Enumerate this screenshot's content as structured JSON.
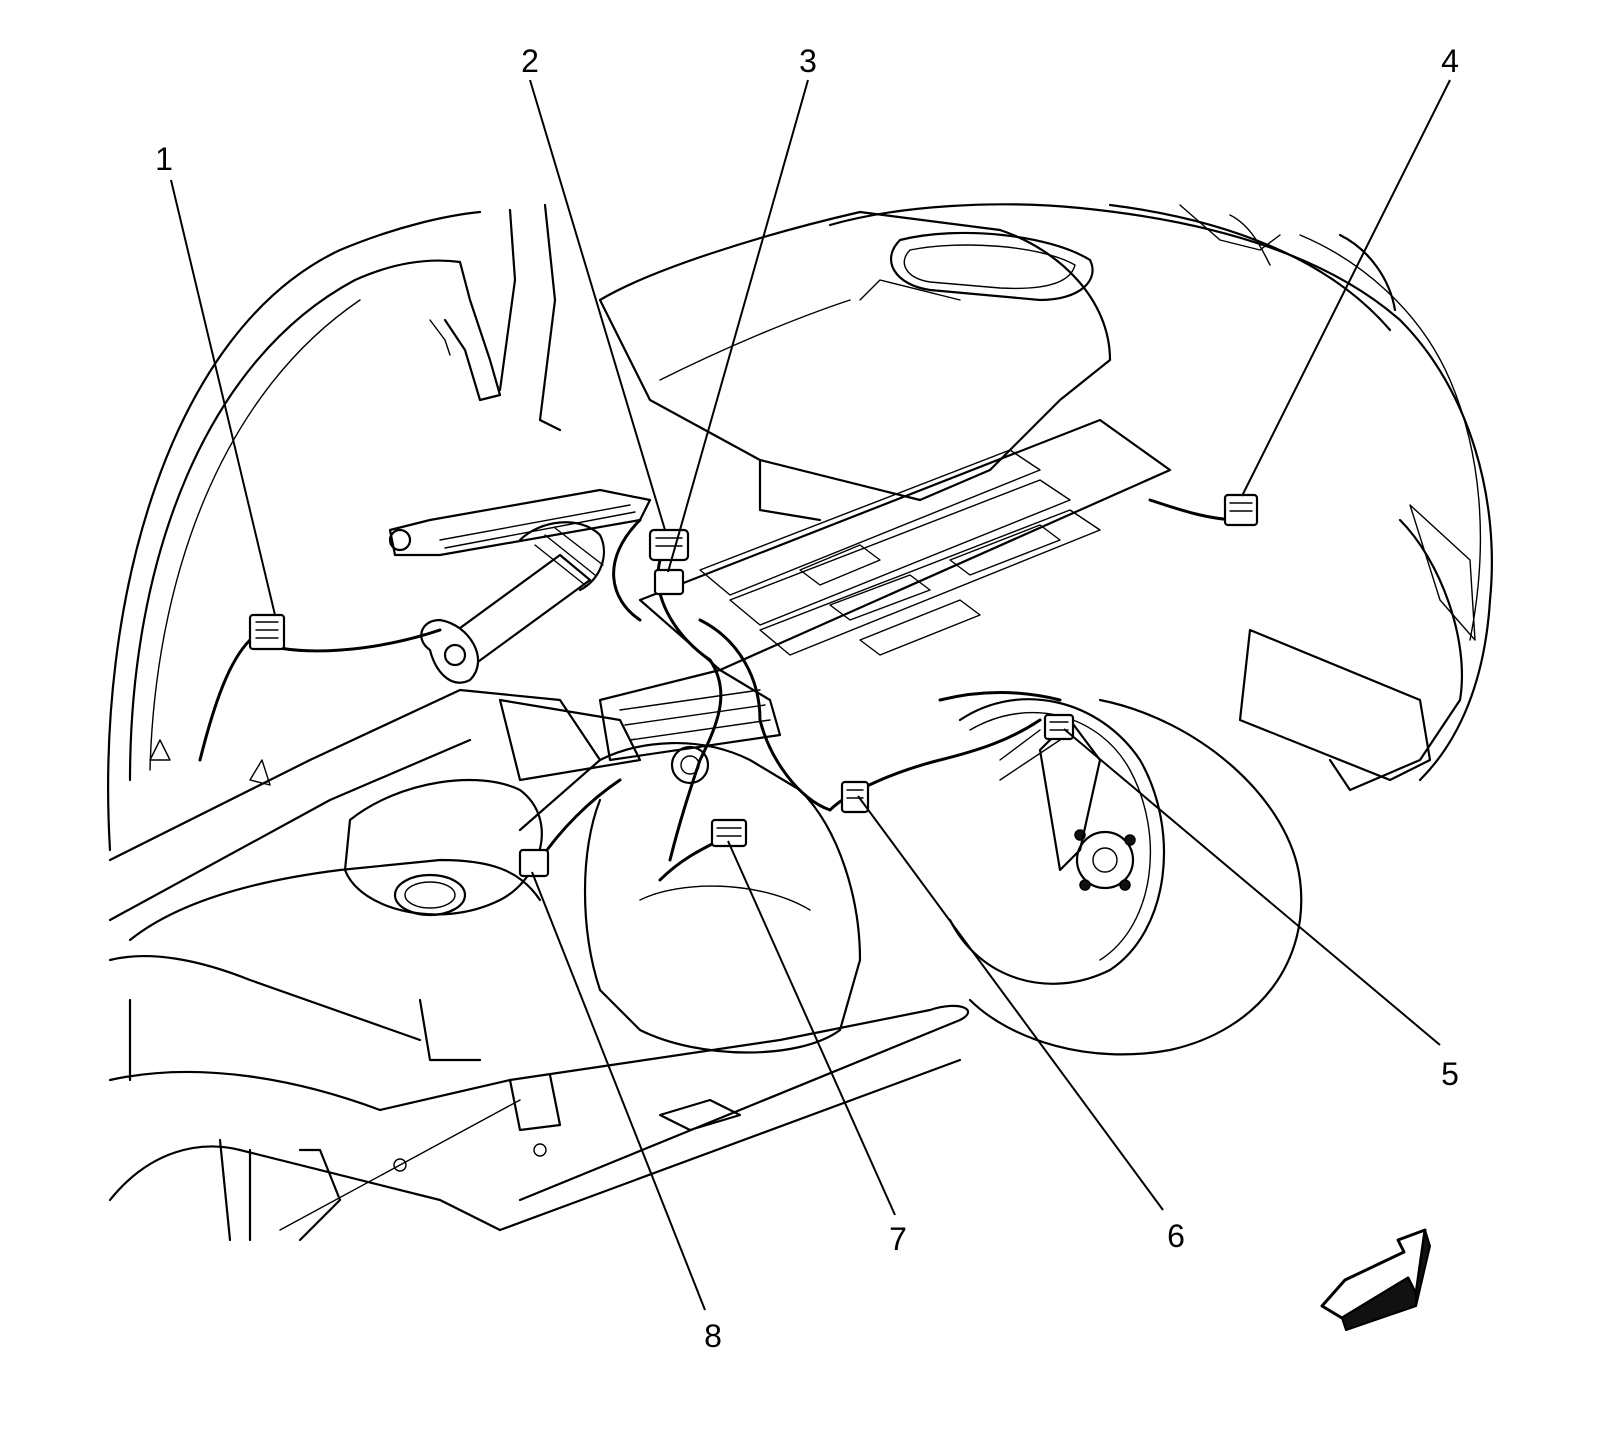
{
  "callouts": [
    {
      "id": "1",
      "label": "1"
    },
    {
      "id": "2",
      "label": "2"
    },
    {
      "id": "3",
      "label": "3"
    },
    {
      "id": "4",
      "label": "4"
    },
    {
      "id": "5",
      "label": "5"
    },
    {
      "id": "6",
      "label": "6"
    },
    {
      "id": "7",
      "label": "7"
    },
    {
      "id": "8",
      "label": "8"
    }
  ],
  "icons": {
    "direction": "front-direction-arrow-icon"
  },
  "colors": {
    "ink": "#000000",
    "background": "#ffffff"
  }
}
